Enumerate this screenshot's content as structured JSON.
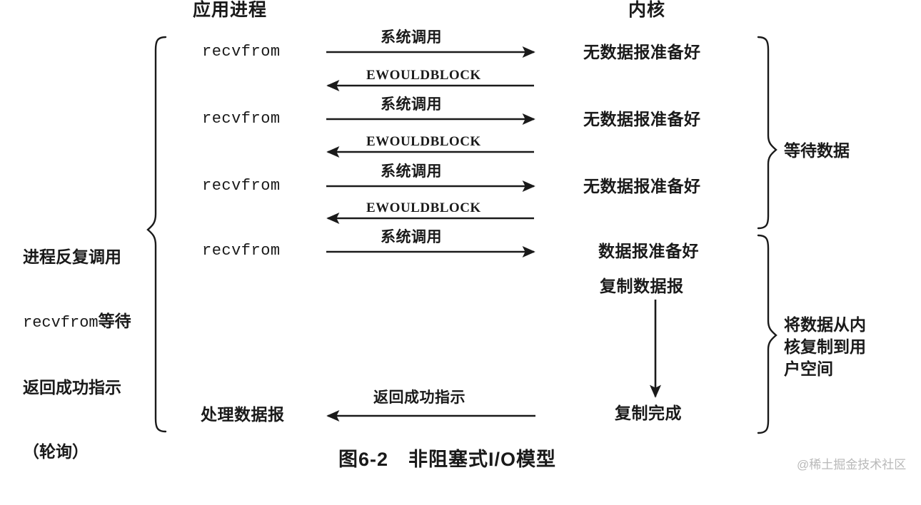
{
  "figure": {
    "caption": "图6-2　非阻塞式I/O模型",
    "watermark": "@稀土掘金技术社区"
  },
  "columns": {
    "application": "应用进程",
    "kernel": "内核"
  },
  "left_brace": {
    "label_line1": "进程反复调用",
    "label_line2_mono": "recvfrom",
    "label_line2_cjk": "等待",
    "label_line3": "返回成功指示",
    "label_line4": "（轮询）"
  },
  "rows": [
    {
      "app_label": "recvfrom",
      "call_label": "系统调用",
      "call_direction": "right",
      "kernel_label": "无数据报准备好",
      "reply_label": "EWOULDBLOCK",
      "reply_direction": "left"
    },
    {
      "app_label": "recvfrom",
      "call_label": "系统调用",
      "call_direction": "right",
      "kernel_label": "无数据报准备好",
      "reply_label": "EWOULDBLOCK",
      "reply_direction": "left"
    },
    {
      "app_label": "recvfrom",
      "call_label": "系统调用",
      "call_direction": "right",
      "kernel_label": "无数据报准备好",
      "reply_label": "EWOULDBLOCK",
      "reply_direction": "left"
    },
    {
      "app_label": "recvfrom",
      "call_label": "系统调用",
      "call_direction": "right",
      "kernel_label": "数据报准备好",
      "reply_label": "",
      "reply_direction": ""
    }
  ],
  "copy_phase": {
    "start_label": "复制数据报",
    "end_label": "复制完成",
    "arrow_direction": "down"
  },
  "final_row": {
    "app_label": "处理数据报",
    "arrow_label": "返回成功指示",
    "arrow_direction": "left"
  },
  "right_braces": [
    {
      "label": "等待数据"
    },
    {
      "label": "将数据从内\n核复制到用\n户空间"
    }
  ],
  "colors": {
    "ink": "#1a1a1a",
    "background": "#ffffff",
    "watermark": "#b9b9b9"
  }
}
